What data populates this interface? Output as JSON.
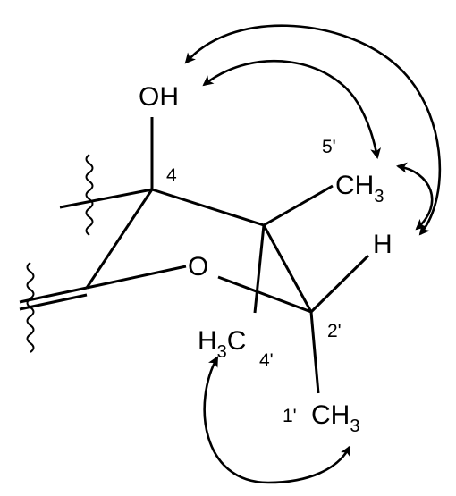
{
  "labels": {
    "oh": "OH",
    "ring_o": "O",
    "h": "H",
    "ch3_5p": {
      "main": "CH",
      "sub": "3"
    },
    "ch3_4p": {
      "pre": "H",
      "sub": "3",
      "post": "C"
    },
    "ch3_1p": {
      "main": "CH",
      "sub": "3"
    }
  },
  "numbers": {
    "c4": "4",
    "c5p": "5'",
    "c2p": "2'",
    "c4p": "4'",
    "c1p": "1'"
  },
  "colors": {
    "ink": "#000000",
    "background": "#ffffff"
  },
  "arrows": [
    "OH ↔ 5'-CH3",
    "OH ↔ H",
    "5'-CH3 ↔ H",
    "4'-H3C ↔ 1'-CH3"
  ]
}
